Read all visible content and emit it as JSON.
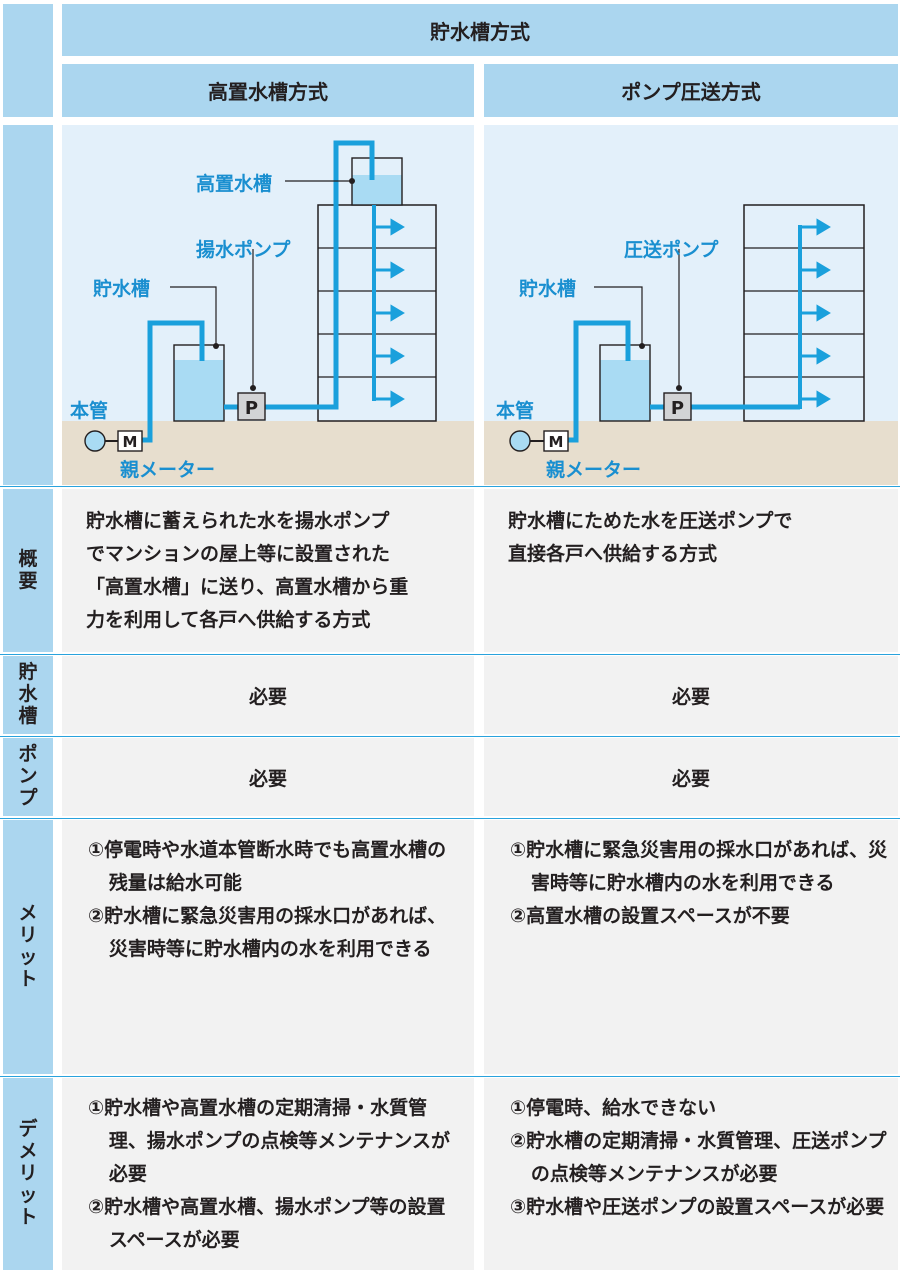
{
  "header": {
    "group_title": "貯水槽方式",
    "col1_title": "高置水槽方式",
    "col2_title": "ポンプ圧送方式"
  },
  "diagrams": {
    "left": {
      "labels": {
        "elevated_tank": "高置水槽",
        "lift_pump": "揚水ポンプ",
        "storage_tank": "貯水槽",
        "main_pipe": "本管",
        "parent_meter": "親メーター",
        "meter_symbol": "M",
        "pump_symbol": "P"
      }
    },
    "right": {
      "labels": {
        "pressure_pump": "圧送ポンプ",
        "storage_tank": "貯水槽",
        "main_pipe": "本管",
        "parent_meter": "親メーター",
        "meter_symbol": "M",
        "pump_symbol": "P"
      }
    }
  },
  "rows": {
    "overview": {
      "label": [
        "概",
        "要"
      ],
      "col1": "貯水槽に蓄えられた水を揚水ポンプでマンションの屋上等に設置された「高置水槽」に送り、高置水槽から重力を利用して各戸へ供給する方式",
      "col1_lines": [
        "貯水槽に蓄えられた水を揚水ポンプ",
        "でマンションの屋上等に設置された",
        "「高置水槽」に送り、高置水槽から重",
        "力を利用して各戸へ供給する方式"
      ],
      "col2_lines": [
        "貯水槽にためた水を圧送ポンプで",
        "直接各戸へ供給する方式"
      ]
    },
    "tank": {
      "label": [
        "貯",
        "水",
        "槽"
      ],
      "col1": "必要",
      "col2": "必要"
    },
    "pump": {
      "label": [
        "ポ",
        "ン",
        "プ"
      ],
      "col1": "必要",
      "col2": "必要"
    },
    "merits": {
      "label": [
        "メ",
        "リ",
        "ッ",
        "ト"
      ],
      "col1": [
        "①停電時や水道本管断水時でも高置水槽の残量は給水可能",
        "②貯水槽に緊急災害用の採水口があれば、災害時等に貯水槽内の水を利用できる"
      ],
      "col2": [
        "①貯水槽に緊急災害用の採水口があれば、災害時等に貯水槽内の水を利用できる",
        "②高置水槽の設置スペースが不要"
      ]
    },
    "demerits": {
      "label": [
        "デ",
        "メ",
        "リ",
        "ッ",
        "ト"
      ],
      "col1": [
        "①貯水槽や高置水槽の定期清掃・水質管理、揚水ポンプの点検等メンテナンスが必要",
        "②貯水槽や高置水槽、揚水ポンプ等の設置スペースが必要"
      ],
      "col2": [
        "①停電時、給水できない",
        "②貯水槽の定期清掃・水質管理、圧送ポンプの点検等メンテナンスが必要",
        "③貯水槽や圧送ポンプの設置スペースが必要"
      ]
    }
  },
  "colors": {
    "header_bg": "#abd6ef",
    "body_bg": "#f2f2f2",
    "diagram_bg": "#e3f0fa",
    "ground": "#e7dece",
    "pipe": "#1aa0dc",
    "water": "#a9dbf3",
    "label_blue": "#1a8fd0"
  }
}
